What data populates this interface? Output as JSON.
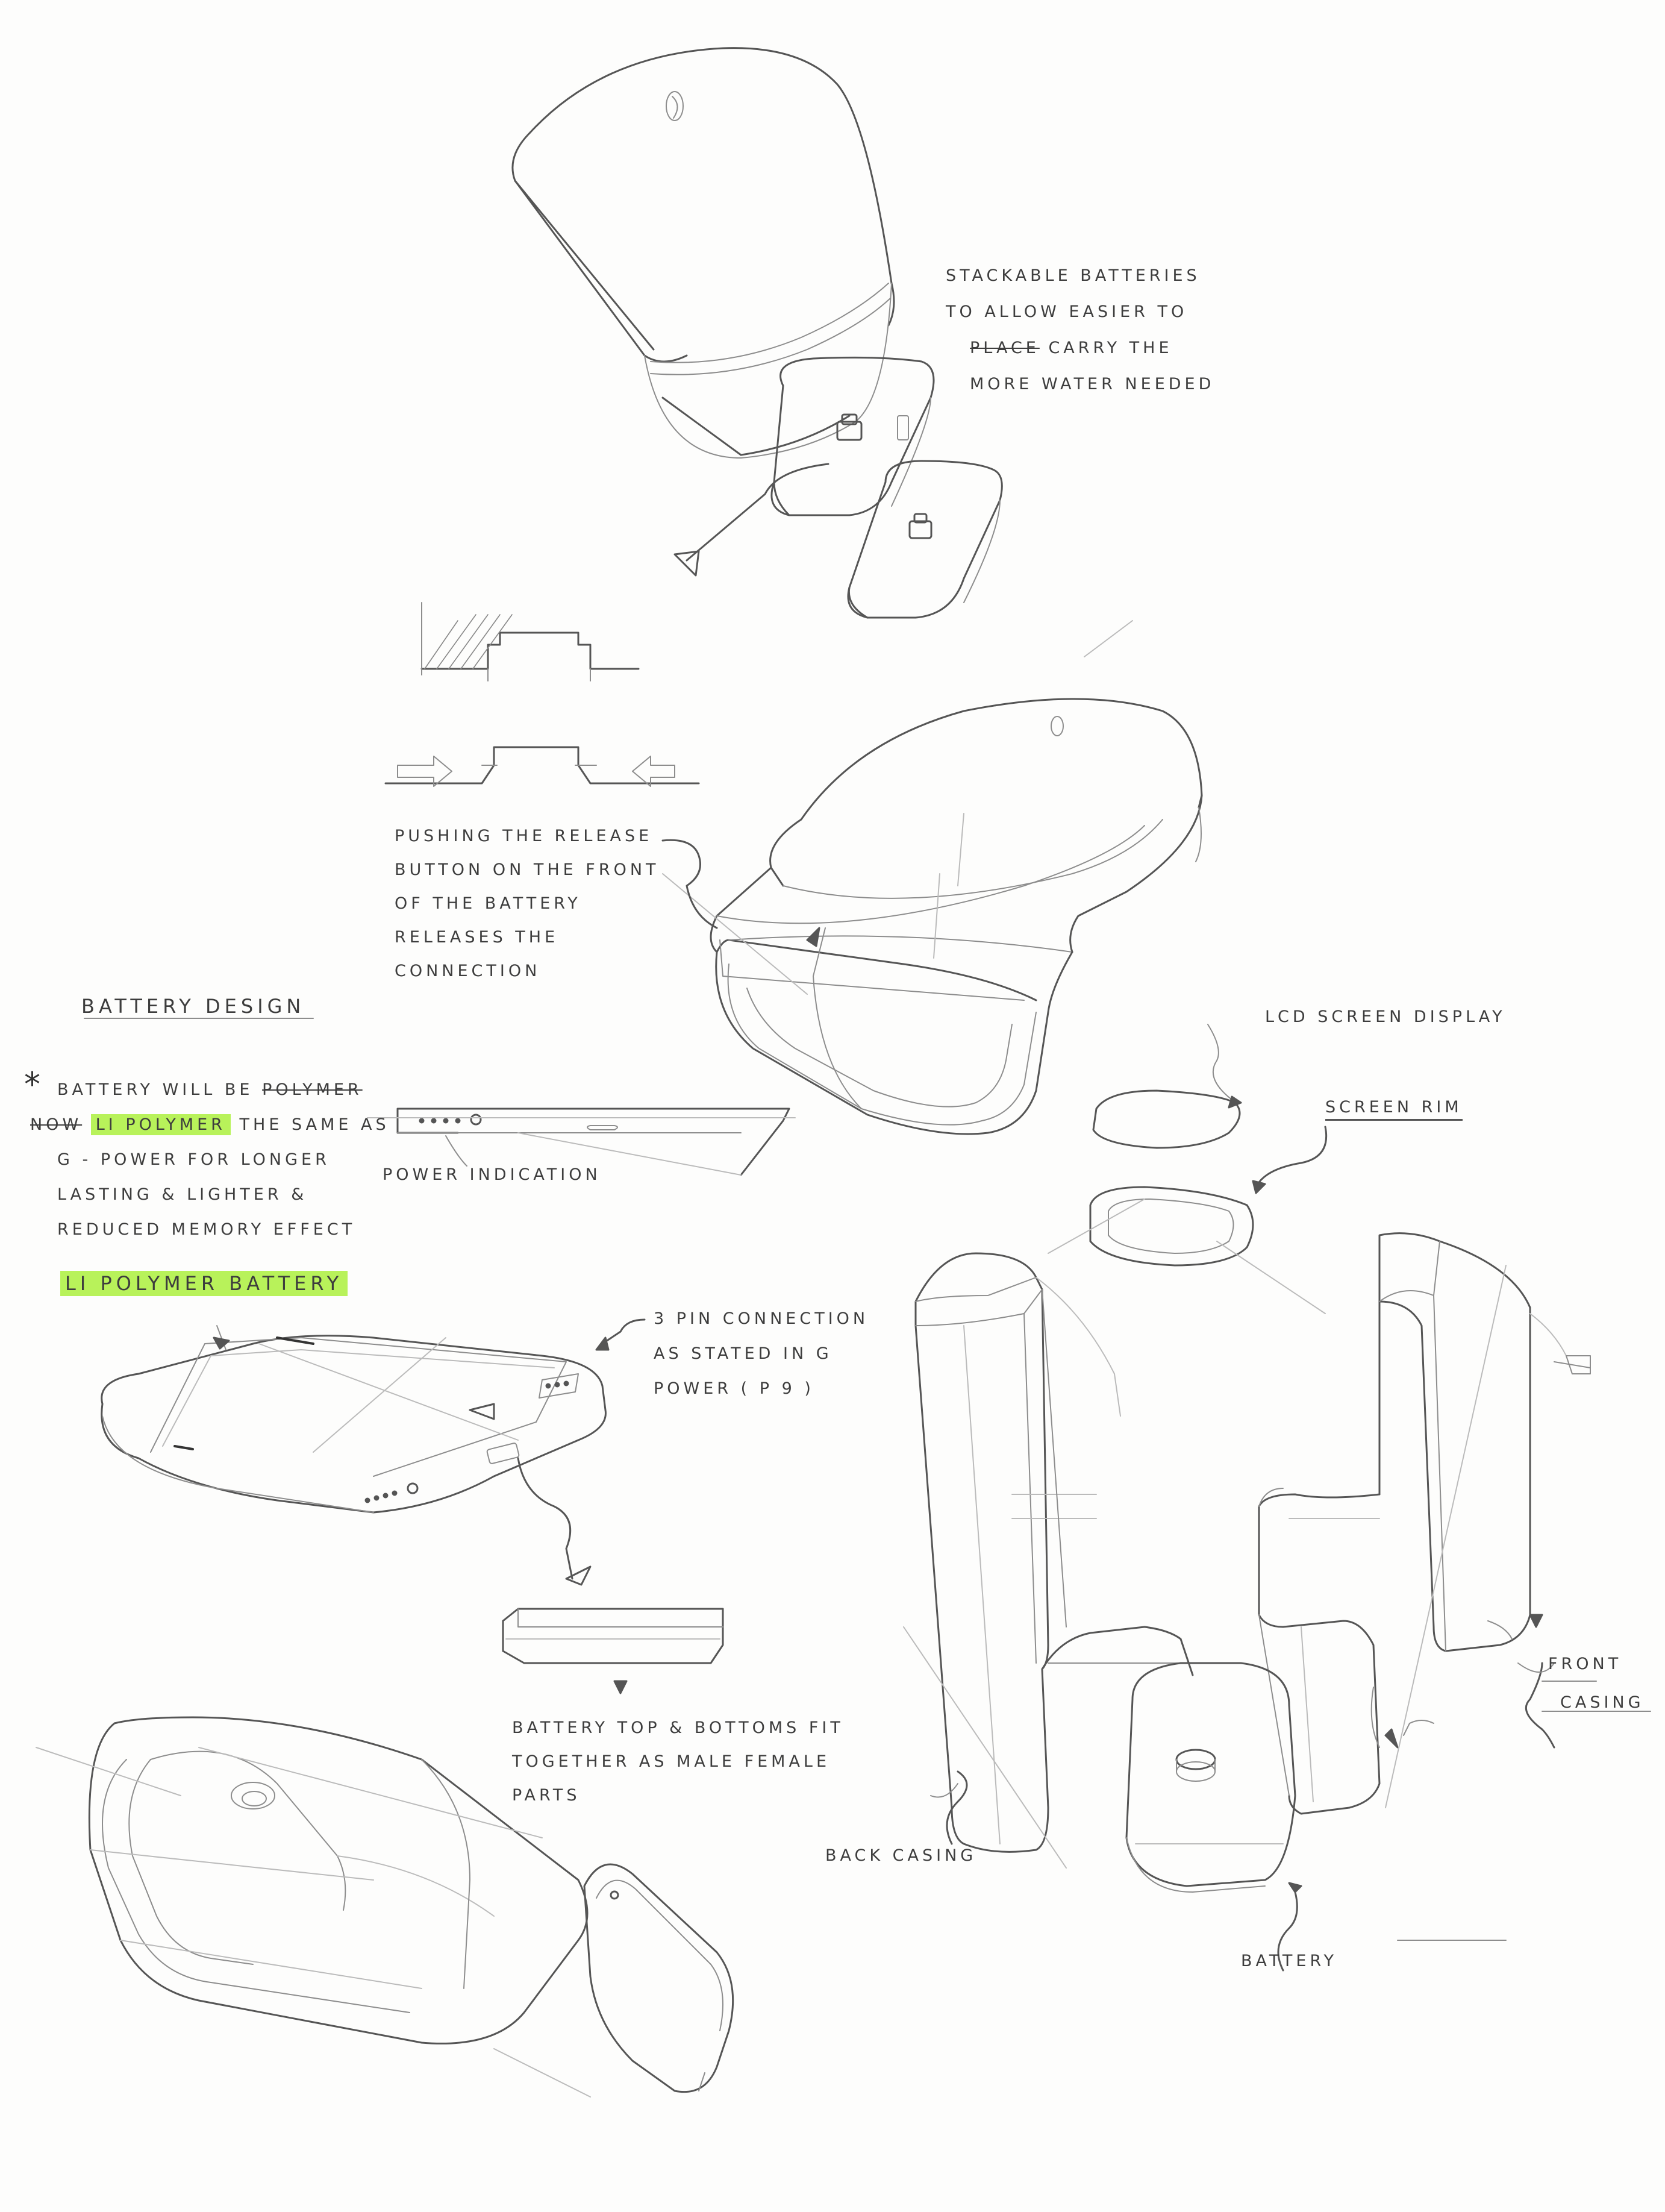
{
  "notes": {
    "stackable": [
      "STACKABLE BATTERIES",
      "TO ALLOW EASIER TO",
      "CARRY THE",
      "MORE WATER NEEDED"
    ],
    "stackable_struck": "PLACE",
    "pushing": [
      "PUSHING THE RELEASE",
      "BUTTON ON THE FRONT",
      "OF THE BATTERY",
      "RELEASES THE",
      "CONNECTION"
    ],
    "battery_design": "BATTERY DESIGN",
    "battery_note": {
      "star": "*",
      "line1": "BATTERY WILL BE",
      "line1_struck": "POLYMER",
      "line2_struck": "NOW",
      "line2_highlight": "LI POLYMER",
      "line2_rest": "THE SAME AS",
      "line3": "G - POWER FOR LONGER",
      "line4": "LASTING & LIGHTER &",
      "line5": "REDUCED MEMORY EFFECT"
    },
    "power_indication": "POWER INDICATION",
    "li_polymer_battery": "LI POLYMER BATTERY",
    "pin_connection": [
      "3 PIN CONNECTION",
      "AS STATED IN G",
      "POWER ( P 9 )"
    ],
    "battery_top": [
      "BATTERY TOP & BOTTOMS FIT",
      "TOGETHER AS MALE FEMALE",
      "PARTS"
    ],
    "lcd": "LCD SCREEN DISPLAY",
    "screen_rim": "SCREEN RIM",
    "front_casing": [
      "FRONT",
      "CASING"
    ],
    "back_casing": "BACK CASING",
    "battery_label": "BATTERY"
  }
}
